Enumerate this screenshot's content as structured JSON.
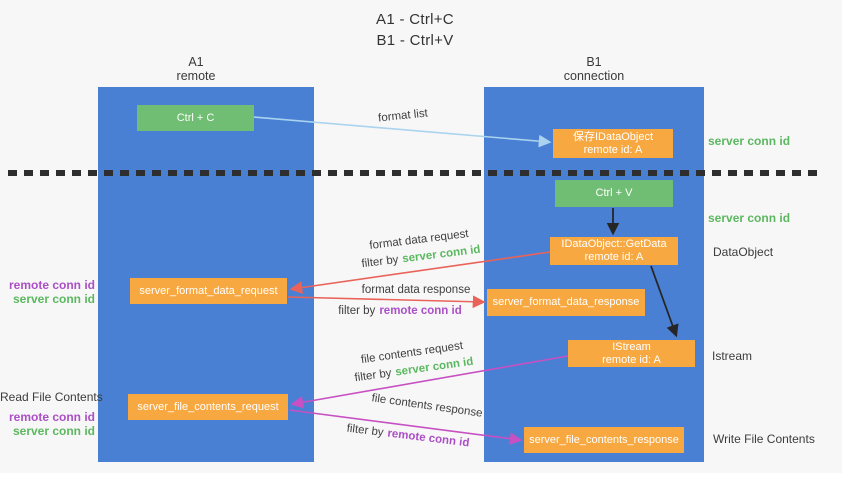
{
  "colors": {
    "bg": "#f7f7f7",
    "lane": "#4a80d3",
    "green-box": "#70be73",
    "orange-box": "#f7a840",
    "green-text": "#5cb860",
    "purple-text": "#ac4fc6",
    "red-arrow": "#e9635a",
    "magenta-arrow": "#c750c3",
    "lightblue-arrow": "#a9d3ee",
    "black-arrow": "#262626"
  },
  "title": {
    "line1": "A1 - Ctrl+C",
    "line2": "B1 - Ctrl+V"
  },
  "lanes": {
    "left": {
      "name": "A1",
      "subtitle": "remote"
    },
    "right": {
      "name": "B1",
      "subtitle": "connection"
    }
  },
  "nodes": {
    "ctrl_c": {
      "label": "Ctrl + C"
    },
    "ctrl_v": {
      "label": "Ctrl + V"
    },
    "save_idataobject": {
      "line1": "保存IDataObject",
      "line2": "remote id: A"
    },
    "getdata": {
      "line1": "IDataObject::GetData",
      "line2": "remote id: A"
    },
    "istream": {
      "line1": "IStream",
      "line2": "remote id: A"
    },
    "format_request": {
      "label": "server_format_data_request"
    },
    "format_response": {
      "label": "server_format_data_response"
    },
    "file_request": {
      "label": "server_file_contents_request"
    },
    "file_response": {
      "label": "server_file_contents_response"
    }
  },
  "edge_labels": {
    "format_list": "format list",
    "format_data_request": "format data request",
    "format_data_response": "format data response",
    "file_contents_request": "file contents request",
    "file_contents_response": "file contents response",
    "filter_by": "filter by",
    "server_conn_id": "server conn id",
    "remote_conn_id": "remote conn id"
  },
  "side_labels": {
    "server_conn_id_1": "server conn id",
    "server_conn_id_2": "server conn id",
    "dataobject": "DataObject",
    "istream": "Istream",
    "write_file_contents": "Write File Contents",
    "read_file_contents": "Read File Contents",
    "remote_conn_id_left_1": "remote conn id",
    "server_conn_id_left_1": "server conn id",
    "remote_conn_id_left_2": "remote conn id",
    "server_conn_id_left_2": "server conn id"
  }
}
